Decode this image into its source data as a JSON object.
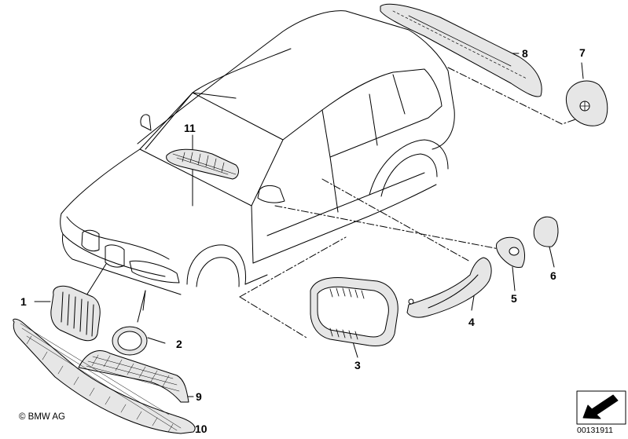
{
  "diagram": {
    "callouts": [
      {
        "id": "callout-1",
        "label": "1"
      },
      {
        "id": "callout-2",
        "label": "2"
      },
      {
        "id": "callout-3",
        "label": "3"
      },
      {
        "id": "callout-4",
        "label": "4"
      },
      {
        "id": "callout-5",
        "label": "5"
      },
      {
        "id": "callout-6",
        "label": "6"
      },
      {
        "id": "callout-7",
        "label": "7"
      },
      {
        "id": "callout-8",
        "label": "8"
      },
      {
        "id": "callout-9",
        "label": "9"
      },
      {
        "id": "callout-10",
        "label": "10"
      },
      {
        "id": "callout-11",
        "label": "11"
      }
    ],
    "copyright": "© BMW AG",
    "reference_code": "00131911"
  },
  "colors": {
    "line": "#000000",
    "part_fill": "#e6e6e6",
    "background": "#ffffff"
  }
}
